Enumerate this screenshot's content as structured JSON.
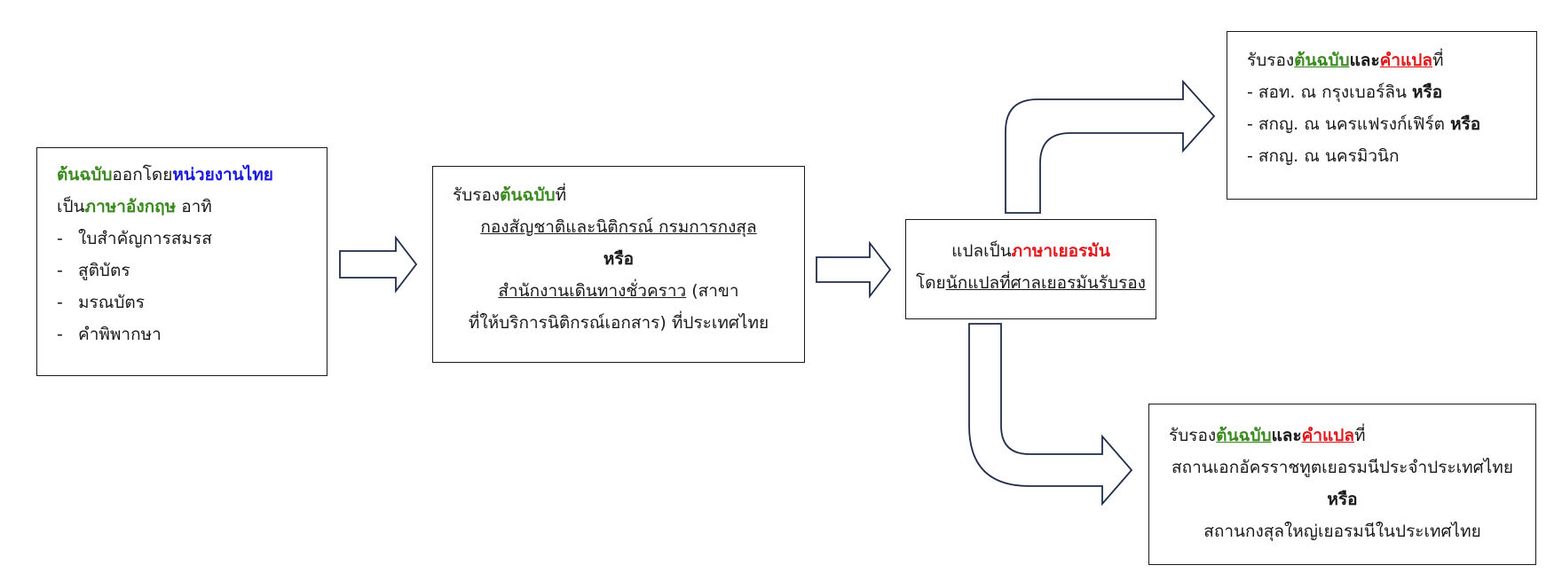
{
  "box1": {
    "l1_a": "ต้นฉบับ",
    "l1_b": "ออกโดย",
    "l1_c": "หน่วยงานไทย",
    "l2_a": "เป็น",
    "l2_b": "ภาษาอังกฤษ",
    "l2_c": " อาทิ",
    "items": [
      "ใบสำคัญการสมรส",
      "สูติบัตร",
      "มรณบัตร",
      "คำพิพากษา"
    ],
    "dash": "-"
  },
  "box2": {
    "l1_a": "รับรอง",
    "l1_b": "ต้นฉบับ",
    "l1_c": "ที่",
    "l2": "กองสัญชาติและนิติกรณ์ กรมการกงสุล",
    "l3": "หรือ",
    "l4_a": "สำนักงานเดินทางชั่วคราว",
    "l4_b": " (สาขา",
    "l5": "ที่ให้บริการนิติกรณ์เอกสาร) ที่ประเทศไทย"
  },
  "box3": {
    "l1_a": "แปลเป็น",
    "l1_b": "ภาษาเยอรมัน",
    "l2_a": "โดย",
    "l2_b": "นักแปลที่ศาลเยอรมันรับรอง"
  },
  "box4": {
    "l1_a": "รับรอง",
    "l1_b": "ต้นฉบับ",
    "l1_c": "และ",
    "l1_d": "คำแปล",
    "l1_e": "ที่",
    "items": [
      {
        "text": "- สอท. ณ กรุงเบอร์ลิน ",
        "bold": "หรือ"
      },
      {
        "text": "- สกญ. ณ นครแฟรงก์เฟิร์ต ",
        "bold": "หรือ"
      },
      {
        "text": "- สกญ. ณ นครมิวนิก",
        "bold": ""
      }
    ]
  },
  "box5": {
    "l1_a": "รับรอง",
    "l1_b": "ต้นฉบับ",
    "l1_c": "และ",
    "l1_d": "คำแปล",
    "l1_e": "ที่",
    "l2": "สถานเอกอัครราชทูตเยอรมนีประจำประเทศไทย",
    "l3": "หรือ",
    "l4": "สถานกงสุลใหญ่เยอรมนีในประเทศไทย"
  },
  "colors": {
    "green": "#3b8a1f",
    "blue": "#1a1adf",
    "red": "#e0191d",
    "arrow_stroke": "#1f2d4a"
  }
}
